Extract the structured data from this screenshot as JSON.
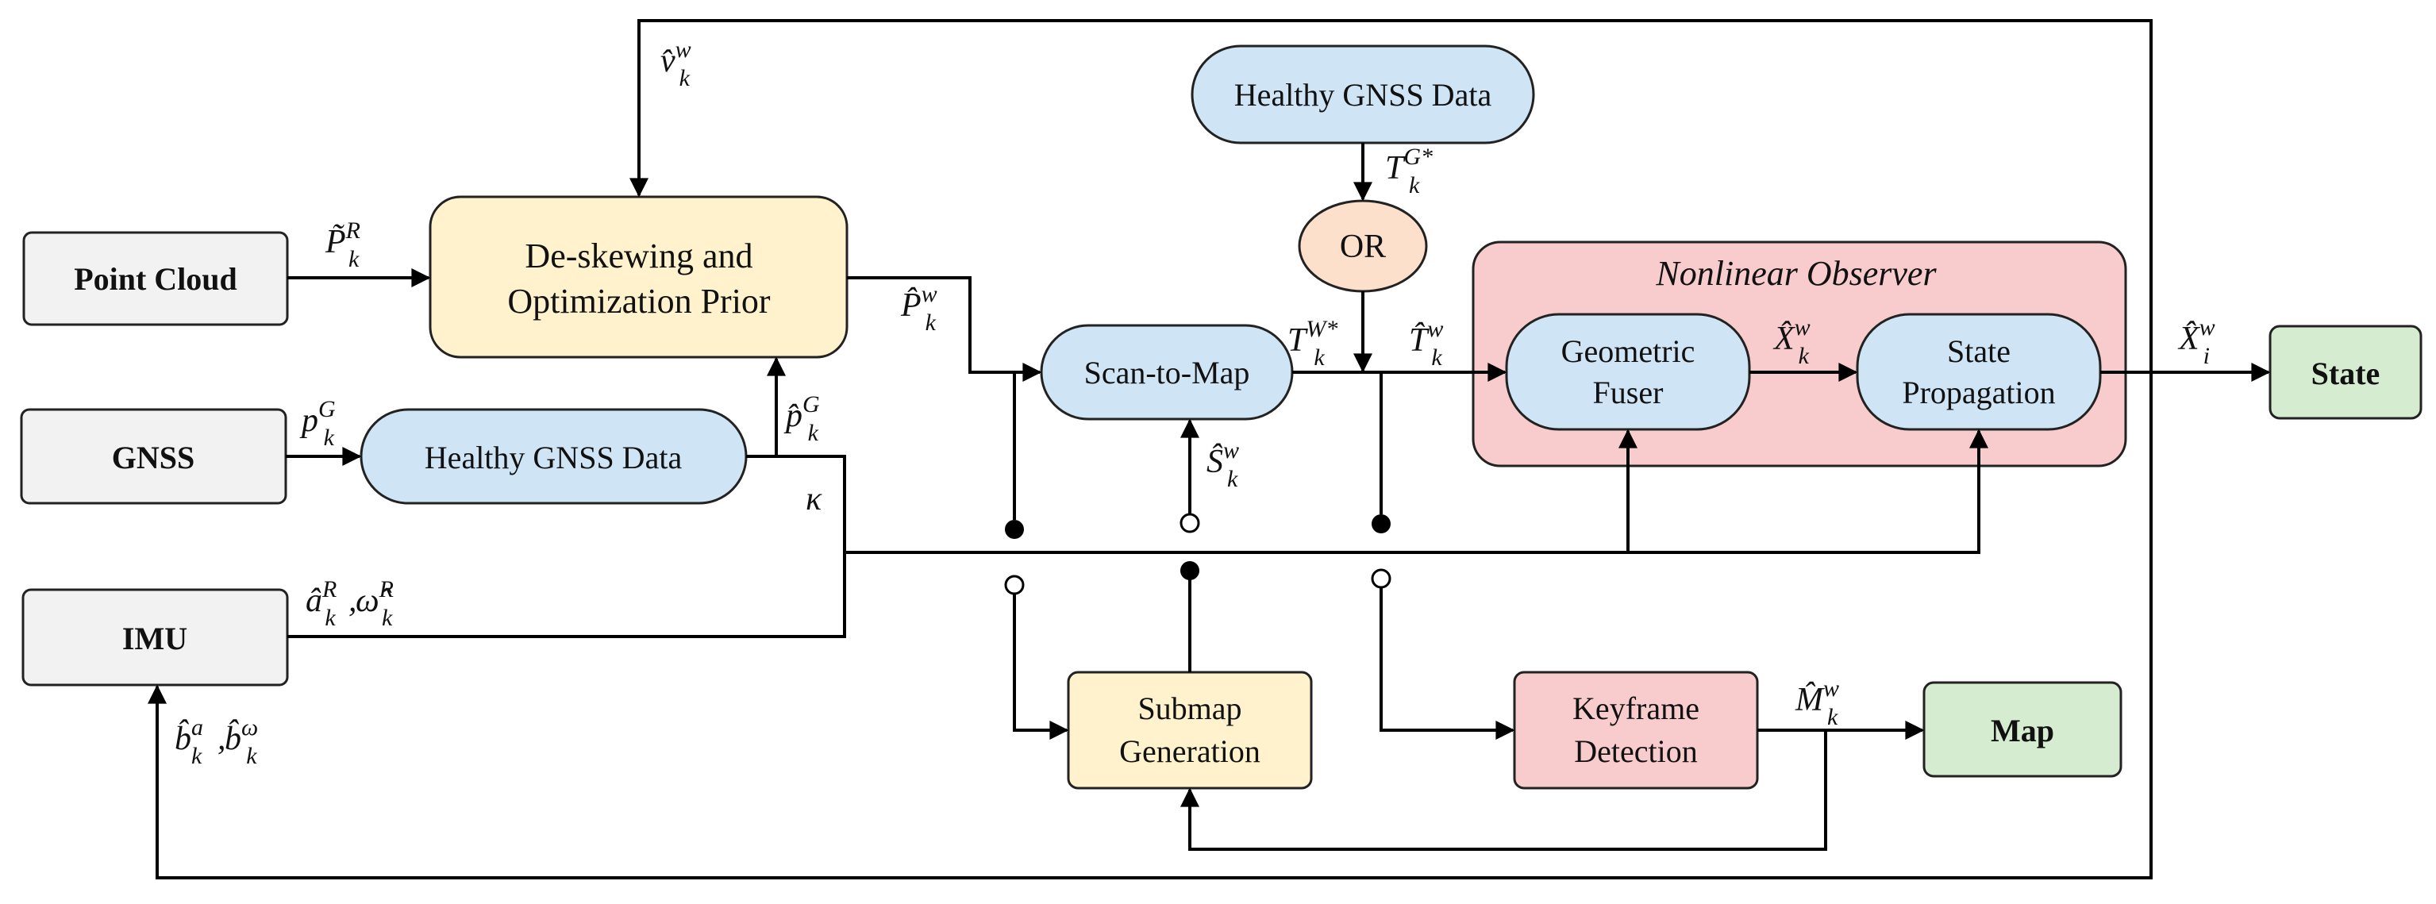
{
  "colors": {
    "gray_fill": "#f2f2f2",
    "yellow_fill": "#fff2cc",
    "blue_fill": "#cfe5f5",
    "pink_fill": "#f8cccc",
    "orange_fill": "#fde0cc",
    "green_fill": "#d5ecd0"
  },
  "inputs": {
    "point_cloud": "Point Cloud",
    "gnss": "GNSS",
    "imu": "IMU"
  },
  "blocks": {
    "deskew_line1": "De-skewing and",
    "deskew_line2": "Optimization Prior",
    "healthy_gnss_lower": "Healthy GNSS Data",
    "healthy_gnss_upper": "Healthy GNSS Data",
    "or_gate": "OR",
    "scan_to_map": "Scan-to-Map",
    "observer_title": "Nonlinear Observer",
    "geometric_fuser_line1": "Geometric",
    "geometric_fuser_line2": "Fuser",
    "state_propagation_line1": "State",
    "state_propagation_line2": "Propagation",
    "submap_line1": "Submap",
    "submap_line2": "Generation",
    "keyframe_line1": "Keyframe",
    "keyframe_line2": "Detection"
  },
  "outputs": {
    "state": "State",
    "map": "Map"
  },
  "signals": {
    "v_hat": {
      "base": "v̂",
      "sup": "w",
      "sub": "k"
    },
    "p_tilde_R": {
      "base": "P̃",
      "sup": "R",
      "sub": "k"
    },
    "p_G": {
      "base": "p",
      "sup": "G",
      "sub": "k"
    },
    "p_hat_G": {
      "base": "p̂",
      "sup": "G",
      "sub": "k"
    },
    "kappa": {
      "base": "κ"
    },
    "P_hat_w": {
      "base": "P̂",
      "sup": "w",
      "sub": "k"
    },
    "T_G_star": {
      "base": "T",
      "sup": "G*",
      "sub": "k"
    },
    "T_W_star": {
      "base": "T",
      "sup": "W*",
      "sub": "k"
    },
    "T_hat_w": {
      "base": "T̂",
      "sup": "w",
      "sub": "k"
    },
    "S_hat_w": {
      "base": "Ŝ",
      "sup": "w",
      "sub": "k"
    },
    "X_hat_k": {
      "base": "X̂",
      "sup": "w",
      "sub": "k"
    },
    "X_hat_i": {
      "base": "X̂",
      "sup": "w",
      "sub": "i"
    },
    "M_hat_w": {
      "base": "M̂",
      "sup": "w",
      "sub": "k"
    },
    "imu_meas_a": {
      "base": "â",
      "sup": "R",
      "sub": "k"
    },
    "imu_meas_sep": {
      "base": ","
    },
    "imu_meas_w": {
      "base": "ω̂",
      "sup": "R",
      "sub": "k"
    },
    "bias_a": {
      "base": "b̂",
      "sup": "a",
      "sub": "k"
    },
    "bias_sep": {
      "base": ","
    },
    "bias_w": {
      "base": "b̂",
      "sup": "ω",
      "sub": "k"
    }
  }
}
